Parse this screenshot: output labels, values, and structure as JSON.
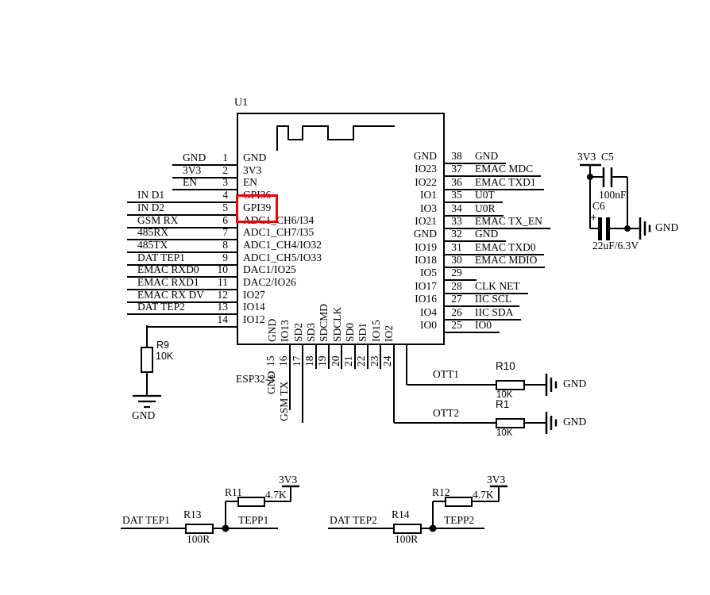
{
  "chip": {
    "refdes": "U1",
    "part": "ESP32-S",
    "left_pins": [
      {
        "num": "1",
        "net": "GND",
        "name": "GND"
      },
      {
        "num": "2",
        "net": "3V3",
        "name": "3V3"
      },
      {
        "num": "3",
        "net": "EN",
        "name": "EN"
      },
      {
        "num": "4",
        "net": "IN D1",
        "name": "GPI36"
      },
      {
        "num": "5",
        "net": "IN D2",
        "name": "GPI39"
      },
      {
        "num": "6",
        "net": "GSM RX",
        "name": "ADC1_CH6/I34"
      },
      {
        "num": "7",
        "net": "485RX",
        "name": "ADC1_CH7/I35"
      },
      {
        "num": "8",
        "net": "485TX",
        "name": "ADC1_CH4/IO32"
      },
      {
        "num": "9",
        "net": "DAT TEP1",
        "name": "ADC1_CH5/IO33"
      },
      {
        "num": "10",
        "net": "EMAC RXD0",
        "name": "DAC1/IO25"
      },
      {
        "num": "11",
        "net": "EMAC RXD1",
        "name": "DAC2/IO26"
      },
      {
        "num": "12",
        "net": "EMAC RX DV",
        "name": "IO27"
      },
      {
        "num": "13",
        "net": "DAT TEP2",
        "name": "IO14"
      },
      {
        "num": "14",
        "net": "",
        "name": "IO12"
      }
    ],
    "right_pins": [
      {
        "num": "38",
        "net": "GND",
        "name": "GND"
      },
      {
        "num": "37",
        "net": "EMAC MDC",
        "name": "IO23"
      },
      {
        "num": "36",
        "net": "EMAC TXD1",
        "name": "IO22"
      },
      {
        "num": "35",
        "net": "U0T",
        "name": "IO1"
      },
      {
        "num": "34",
        "net": "U0R",
        "name": "IO3"
      },
      {
        "num": "33",
        "net": "EMAC TX_EN",
        "name": "IO21"
      },
      {
        "num": "32",
        "net": "GND",
        "name": "GND"
      },
      {
        "num": "31",
        "net": "EMAC TXD0",
        "name": "IO19"
      },
      {
        "num": "30",
        "net": "EMAC MDIO",
        "name": "IO18"
      },
      {
        "num": "29",
        "net": "",
        "name": "IO5"
      },
      {
        "num": "28",
        "net": "CLK NET",
        "name": "IO17"
      },
      {
        "num": "27",
        "net": "IIC SCL",
        "name": "IO16"
      },
      {
        "num": "26",
        "net": "IIC SDA",
        "name": "IO4"
      },
      {
        "num": "25",
        "net": "IO0",
        "name": "IO0"
      }
    ],
    "bottom_pins": [
      {
        "num": "15",
        "name": "GND",
        "net": "GND"
      },
      {
        "num": "16",
        "name": "IO13",
        "net": "GSM TX"
      },
      {
        "num": "17",
        "name": "SD2",
        "net": ""
      },
      {
        "num": "18",
        "name": "SD3",
        "net": ""
      },
      {
        "num": "19",
        "name": "SDCMD",
        "net": ""
      },
      {
        "num": "20",
        "name": "SDCLK",
        "net": ""
      },
      {
        "num": "21",
        "name": "SD0",
        "net": ""
      },
      {
        "num": "22",
        "name": "SD1",
        "net": ""
      },
      {
        "num": "23",
        "name": "IO15",
        "net": ""
      },
      {
        "num": "24",
        "name": "IO2",
        "net": ""
      }
    ]
  },
  "highlight_box": {
    "color": "#e60000"
  },
  "r9": {
    "ref": "R9",
    "value": "10K",
    "gnd": "GND"
  },
  "ott1": {
    "net": "OTT1",
    "ref": "R10",
    "value": "10K",
    "gnd": "GND"
  },
  "ott2": {
    "net": "OTT2",
    "ref": "R1",
    "value": "10K",
    "gnd": "GND"
  },
  "power": {
    "rail": "3V3",
    "c5_ref": "C5",
    "c5_value": "100nF",
    "c6_ref": "C6",
    "c6_plus": "+",
    "c6_value": "22uF/6.3V",
    "gnd": "GND"
  },
  "tep1": {
    "input": "DAT TEP1",
    "series_ref": "R13",
    "series_value": "100R",
    "output": "TEPP1",
    "pullup_ref": "R11",
    "pullup_value": "4.7K",
    "rail": "3V3"
  },
  "tep2": {
    "input": "DAT TEP2",
    "series_ref": "R14",
    "series_value": "100R",
    "output": "TEPP2",
    "pullup_ref": "R12",
    "pullup_value": "4.7K",
    "rail": "3V3"
  }
}
